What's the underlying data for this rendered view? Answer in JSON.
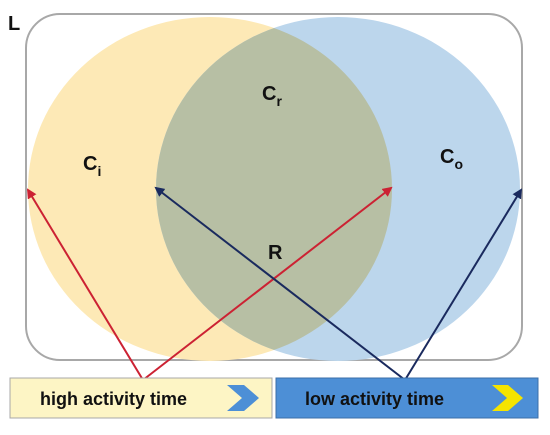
{
  "diagram": {
    "corner_label": "L",
    "sets": {
      "inner": {
        "main": "C",
        "sub": "i",
        "color": "#fde9b6"
      },
      "right": {
        "main": "C",
        "sub": "o",
        "color": "#bcd6ec"
      },
      "overlap": {
        "main": "C",
        "sub": "r",
        "color": "#b7bfa4"
      }
    },
    "radius_label": "R",
    "arrow_colors": {
      "high": "#cc2233",
      "low": "#1a2a5e"
    },
    "bars": {
      "high": {
        "label": "high activity time",
        "color": "#fdf5c5",
        "chevron_color": "#4d8fd6"
      },
      "low": {
        "label": "low activity time",
        "color": "#4d8fd6",
        "chevron_color": "#f5e400"
      }
    }
  }
}
